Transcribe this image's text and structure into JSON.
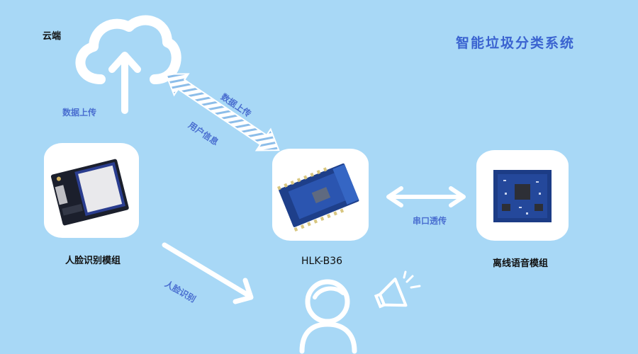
{
  "title": "智能垃圾分类系统",
  "nodes": {
    "cloud": {
      "label": "云端"
    },
    "face_module": {
      "label": "人脸识别模组"
    },
    "hlk": {
      "label": "HLK-B36"
    },
    "voice_module": {
      "label": "离线语音模组"
    }
  },
  "edges": {
    "cloud_upload": "数据上传",
    "to_cloud": "数据上传",
    "user_info": "用户信息",
    "serial": "串口透传",
    "face_recognition": "人脸识别"
  },
  "colors": {
    "background": "#a8d8f6",
    "accent_blue": "#4a6fd0",
    "arrow_white": "#ffffff",
    "arrow_stripe": "#7fb4ea",
    "pcb_blue": "#1e3f8a"
  }
}
